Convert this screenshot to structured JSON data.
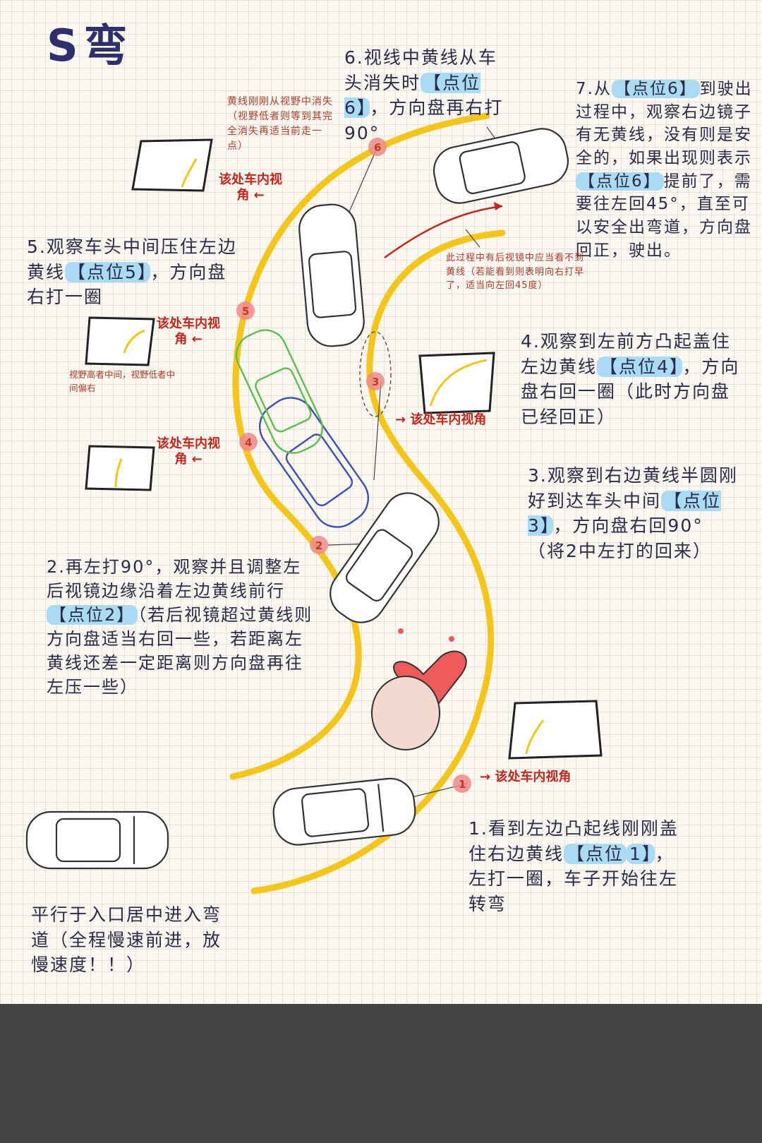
{
  "title": "S弯",
  "steps": {
    "s1": {
      "pre": "1.看到左边凸起线刚刚盖住右边黄线",
      "hl1": "【点位",
      "mid": "",
      "hl2": "1】",
      "post": "，左打一圈，车子开始往左转弯"
    },
    "s2": {
      "pre": "2.再左打90°，观察并且调整左后视镜边缘沿着左边黄线前行",
      "hl": "【点位2】",
      "post": "（若后视镜超过黄线则方向盘适当右回一些，若距离左黄线还差一定距离则方向盘再往左压一些）"
    },
    "s3": {
      "pre": "3.观察到右边黄线半圆刚好到达车头中间",
      "hl": "【点位3】",
      "post": "，方向盘右回90°（将2中左打的回来）"
    },
    "s4": {
      "pre": "4.观察到左前方凸起盖住左边黄线",
      "hl": "【点位4】",
      "post": "，方向盘右回一圈（此时方向盘已经回正）"
    },
    "s5": {
      "pre": "5.观察车头中间压住左边黄线",
      "hl": "【点位5】",
      "post": "，方向盘右打一圈"
    },
    "s6": {
      "pre": "6.视线中黄线从车头消失时",
      "hl": "【点位6】",
      "post": "，方向盘再右打90°"
    },
    "s7": {
      "pre": "7.从",
      "hl": "【点位6】",
      "mid": "到驶出过程中，观察右边镜子有无黄线，没有则是安全的，如果出现则表示",
      "hl2": "【点位6】",
      "post": "提前了，需要往左回45°，直至可以安全出弯道，方向盘回正，驶出。"
    }
  },
  "intro": "平行于入口居中进入弯道（全程慢速前进，放慢速度！！）",
  "notes": {
    "yellow_line": "黄线刚刚从视野中消失（视野低者则等到其完全消失再适当前走一点）",
    "mirror": "此过程中有后视镜中应当看不到黄线（若能看到则表明向右打早了，适当向左回45度）",
    "view_height": "视野高者中间，视野低者中间偏右"
  },
  "tags": {
    "t1": "→ 该处车内视角",
    "t3": "→ 该处车内视角",
    "t4": "该处车内视角",
    "t5": "该处车内视角",
    "t6": "该处车内视角"
  },
  "points": [
    "1",
    "2",
    "3",
    "4",
    "5",
    "6"
  ],
  "colors": {
    "yellow_line": "#f5c518",
    "point": "#f08a8a",
    "highlight": "#a9dcf4",
    "tag": "#c3261b",
    "green_car": "#5cbf4a",
    "blue_car": "#3b4fb5",
    "heart": "#ef5a5a"
  }
}
